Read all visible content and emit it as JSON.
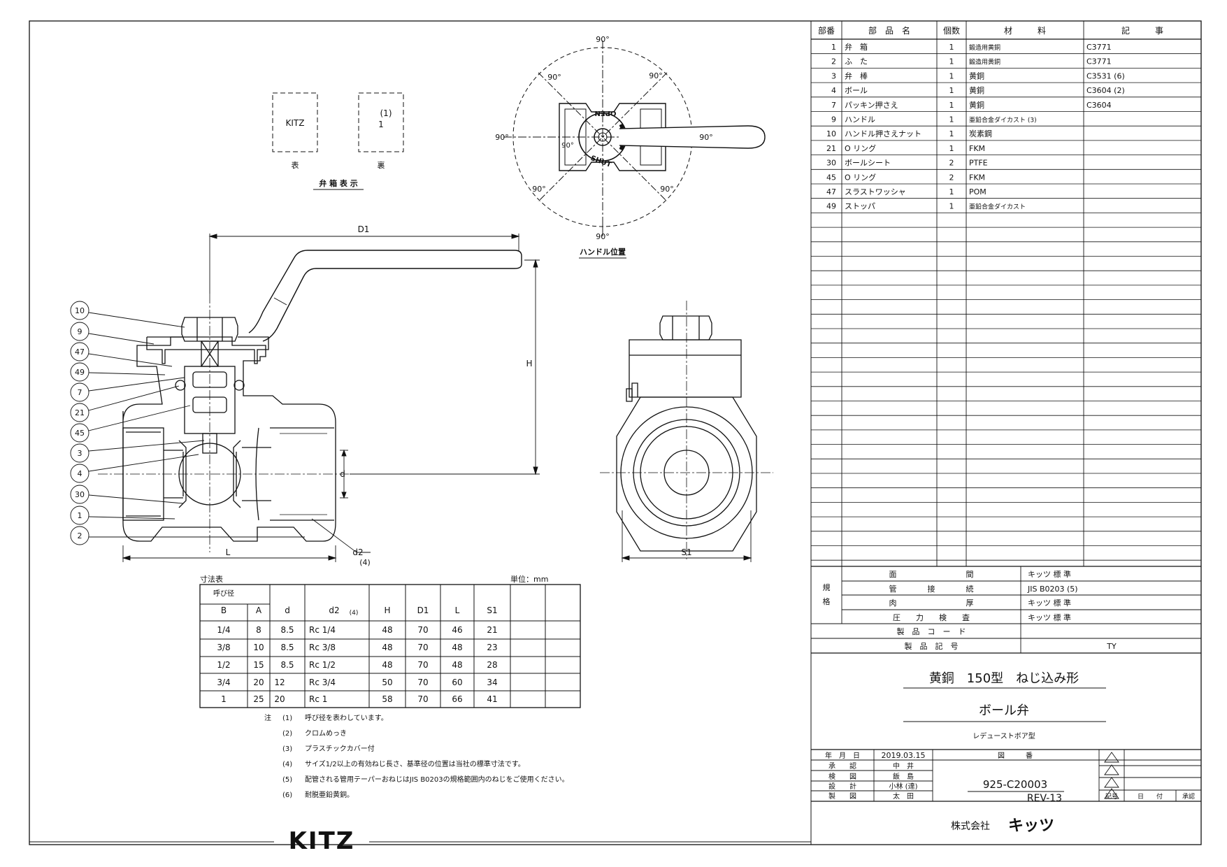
{
  "marking": {
    "front_text": "KITZ",
    "back_text_1": "(1)",
    "back_text_2": "1",
    "front_label": "表",
    "back_label": "裏",
    "caption": "弁 箱 表 示"
  },
  "handle_position": {
    "angle_labels": [
      "90°",
      "90°",
      "90°",
      "90°",
      "90°",
      "90°",
      "90°",
      "90°"
    ],
    "open_text": "OPEN",
    "shut_text": "SHUT",
    "caption": "ハンドル位置"
  },
  "dimension_labels": {
    "D1": "D1",
    "H": "H",
    "d": "d",
    "d2": "d2",
    "d2_note": "(4)",
    "L": "L",
    "S1": "S1"
  },
  "callouts": [
    "10",
    "9",
    "47",
    "49",
    "7",
    "21",
    "45",
    "3",
    "4",
    "30",
    "1",
    "2"
  ],
  "parts_table": {
    "headers": [
      "部番",
      "部　品　名",
      "個数",
      "材　　　料",
      "記　　　事"
    ],
    "rows": [
      [
        "1",
        "弁　箱",
        "1",
        "鍛造用黄銅",
        "C3771"
      ],
      [
        "2",
        "ふ　た",
        "1",
        "鍛造用黄銅",
        "C3771"
      ],
      [
        "3",
        "弁　棒",
        "1",
        "黄銅",
        "C3531 (6)"
      ],
      [
        "4",
        "ボール",
        "1",
        "黄銅",
        "C3604 (2)"
      ],
      [
        "7",
        "パッキン押さえ",
        "1",
        "黄銅",
        "C3604"
      ],
      [
        "9",
        "ハンドル",
        "1",
        "亜鉛合金ダイカスト (3)",
        ""
      ],
      [
        "10",
        "ハンドル押さえナット",
        "1",
        "炭素鋼",
        ""
      ],
      [
        "21",
        "O リング",
        "1",
        "FKM",
        ""
      ],
      [
        "30",
        "ボールシート",
        "2",
        "PTFE",
        ""
      ],
      [
        "45",
        "O リング",
        "2",
        "FKM",
        ""
      ],
      [
        "47",
        "スラストワッシャ",
        "1",
        "POM",
        ""
      ],
      [
        "49",
        "ストッパ",
        "1",
        "亜鉛合金ダイカスト",
        ""
      ]
    ]
  },
  "spec_block": {
    "side_label_1": "規",
    "side_label_2": "格",
    "rows": [
      {
        "label": "面　　　　　　　　　間",
        "value": "キッツ 標 準"
      },
      {
        "label": "管　　　　接　　　　続",
        "value": "JIS B0203 (5)"
      },
      {
        "label": "肉　　　　　　　　　厚",
        "value": "キッツ 標 準"
      },
      {
        "label": "圧　　力　　検　　査",
        "value": "キッツ 標 準"
      }
    ],
    "product_code_label": "製　品　コ　ー　ド",
    "product_code_value": "",
    "product_symbol_label": "製　品　記　号",
    "product_symbol_value": "TY"
  },
  "title_block": {
    "title_1": "黄銅　150型　ねじ込み形",
    "title_2": "ボール弁",
    "subtitle": "レデューストボア型",
    "date_label": "年　月　日",
    "date": "2019.03.15",
    "drawing_no_label": "図　　　番",
    "drawing_no": "925-C20003",
    "revision": "REV-13",
    "people": [
      {
        "role": "承　　認",
        "name": "中　井"
      },
      {
        "role": "検　　図",
        "name": "飯　島"
      },
      {
        "role": "設　　計",
        "name": "小林 (達)"
      },
      {
        "role": "製　　図",
        "name": "太　田"
      }
    ],
    "revision_headers": [
      "記号",
      "日　　付",
      "承認"
    ],
    "company": "株式会社",
    "company_brand": "キッツ"
  },
  "dimension_table": {
    "caption": "寸法表",
    "unit": "単位：mm",
    "group_header": "呼び径",
    "headers": [
      "B",
      "A",
      "d",
      "d2",
      "H",
      "D1",
      "L",
      "S1"
    ],
    "d2_note": "(4)",
    "rows": [
      [
        "1/4",
        "8",
        "8.5",
        "Rc 1/4",
        "48",
        "70",
        "46",
        "21"
      ],
      [
        "3/8",
        "10",
        "8.5",
        "Rc 3/8",
        "48",
        "70",
        "48",
        "23"
      ],
      [
        "1/2",
        "15",
        "8.5",
        "Rc 1/2",
        "48",
        "70",
        "48",
        "28"
      ],
      [
        "3/4",
        "20",
        "12",
        "Rc 3/4",
        "50",
        "70",
        "60",
        "34"
      ],
      [
        "1",
        "25",
        "20",
        "Rc 1",
        "58",
        "70",
        "66",
        "41"
      ]
    ]
  },
  "notes": {
    "label": "注",
    "items": [
      {
        "num": "(1)",
        "text": "呼び径を表わしています。"
      },
      {
        "num": "(2)",
        "text": "クロムめっき"
      },
      {
        "num": "(3)",
        "text": "プラスチックカバー付"
      },
      {
        "num": "(4)",
        "text": "サイズ1/2以上の有効ねじ長さ、基準径の位置は当社の標準寸法です。"
      },
      {
        "num": "(5)",
        "text": "配管される管用テーパーおねじはJIS B0203の規格範囲内のねじをご使用ください。"
      },
      {
        "num": "(6)",
        "text": "耐脱亜鉛黄銅。"
      }
    ]
  },
  "logo_text": "KITZ"
}
